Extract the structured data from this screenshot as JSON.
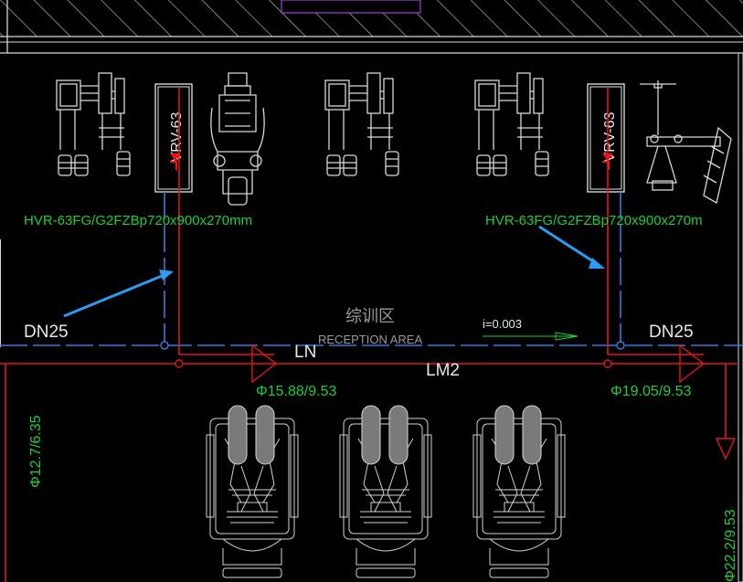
{
  "colors": {
    "background": "#000000",
    "line_white": "#d8d8d8",
    "pipe_red": "#e01818",
    "pipe_blue": "#2f7fe0",
    "text_green": "#1ecf3a",
    "arrow_blue": "#2a9cf2",
    "frame_purple": "#9b39d4",
    "marker_red": "#ff1010"
  },
  "units": [
    {
      "tag": "VRV-63",
      "spec": "HVR-63FG/G2FZBp720x900x270mm"
    },
    {
      "tag": "VRV-63",
      "spec": "HVR-63FG/G2FZBp720x900x270m"
    }
  ],
  "labels": {
    "dn_left": "DN25",
    "dn_right": "DN25",
    "ln": "LN",
    "lm2": "LM2",
    "area_cn": "综训区",
    "area_en": "RECEPTION AREA",
    "slope": "i=0.003",
    "pipe_size_left": "Φ15.88/9.53",
    "pipe_size_right": "Φ19.05/9.53",
    "pipe_size_vertical_left": "Φ12.7/6.35",
    "pipe_size_vertical_right": "Φ22.2/9.53"
  },
  "icons": {
    "gym_machine": "gym-equipment-icon",
    "massage_chair": "massage-chair-icon",
    "flow_arrow": "flow-arrow-icon",
    "callout": "callout-arrow-icon"
  }
}
